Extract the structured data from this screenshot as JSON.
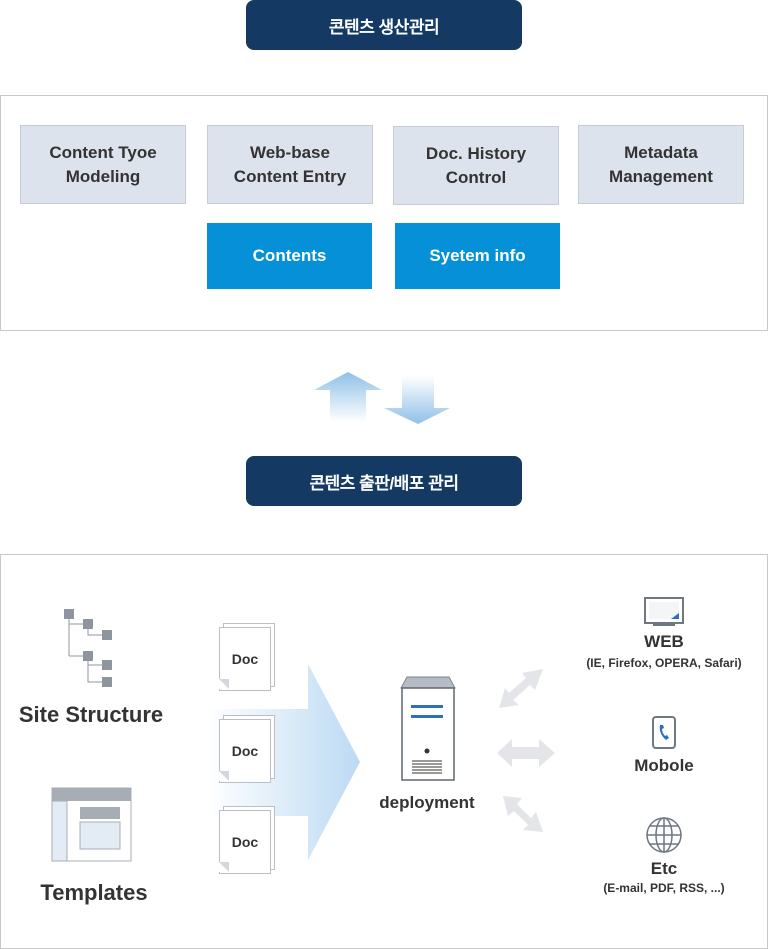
{
  "top_header": "콘텐츠 생산관리",
  "production_modules": [
    {
      "label": "Content Tyoe\nModeling"
    },
    {
      "label": "Web-base\nContent Entry"
    },
    {
      "label": "Doc. History\nControl"
    },
    {
      "label": "Metadata\nManagement"
    }
  ],
  "data_boxes": [
    {
      "label": "Contents"
    },
    {
      "label": "Syetem info"
    }
  ],
  "bottom_header": "콘텐츠 출판/배포 관리",
  "sources": {
    "site_structure": "Site Structure",
    "templates": "Templates"
  },
  "docs": [
    "Doc",
    "Doc",
    "Doc"
  ],
  "server_label": "deployment",
  "channels": [
    {
      "title": "WEB",
      "sub": "(IE, Firefox, OPERA, Safari)",
      "icon": "monitor-icon"
    },
    {
      "title": "Mobole",
      "sub": "",
      "icon": "phone-icon"
    },
    {
      "title": "Etc",
      "sub": "(E-mail, PDF, RSS, ...)",
      "icon": "globe-icon"
    }
  ],
  "colors": {
    "header_navy": "#143a63",
    "module_gray": "#dde3ec",
    "data_blue": "#0590d8",
    "arrow_blue": "#8fc0e8"
  }
}
